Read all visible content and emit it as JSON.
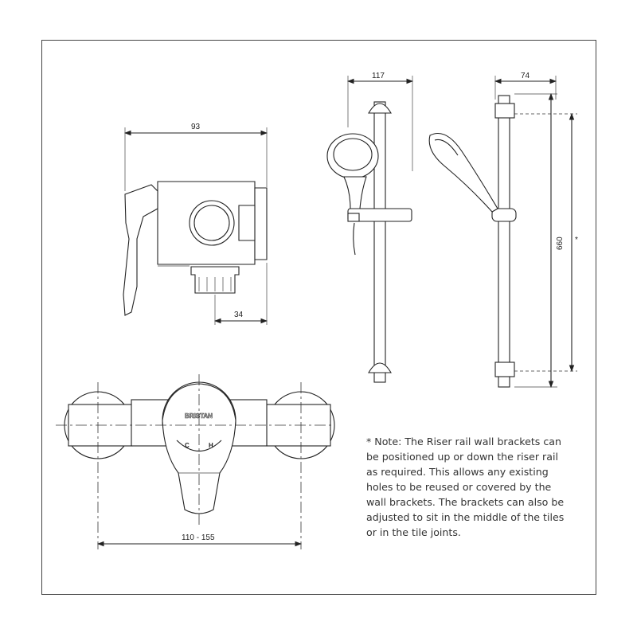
{
  "dimensions": {
    "valve_depth": "93",
    "outlet_offset": "34",
    "kit_width": "117",
    "rail_depth": "74",
    "rail_length": "660",
    "bracket_spacing": "*",
    "centres": "110 - 155"
  },
  "brand_mark": "BRISTAN",
  "handle_labels": {
    "cold": "C",
    "hot": "H"
  },
  "note": [
    "* Note: The Riser rail wall brackets can",
    "be positioned up or down the riser rail",
    "as required. This allows any existing",
    "holes to be reused or covered by the",
    "wall brackets. The brackets can also be",
    "adjusted to sit in the middle of the tiles",
    "or in the tile joints."
  ]
}
